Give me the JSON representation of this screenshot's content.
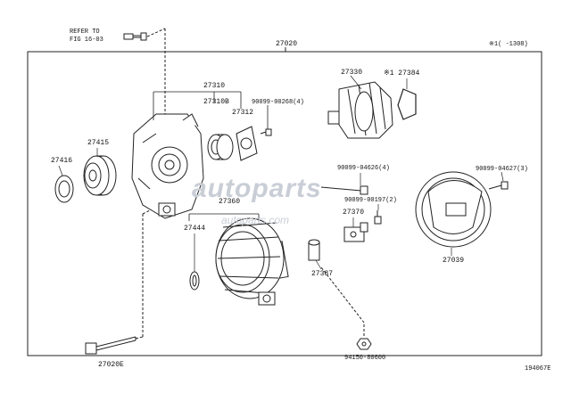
{
  "diagram": {
    "refer_note": [
      "REFER TO",
      "FIG 16-03"
    ],
    "assembly_number": "27020",
    "date_note": "※1(   -1308)",
    "figure_id": "194067E",
    "watermark": {
      "logo": "autoparts",
      "url": "autoparts.com"
    },
    "parts": {
      "p27330": "27330",
      "p27384": "※1 27384",
      "p27310": "27310",
      "p27310b": "27310B",
      "p27312": "27312",
      "p90099_00268": "90099-00268(4)",
      "p27415": "27415",
      "p27416": "27416",
      "p90099_04626": "90099-04626(4)",
      "p90099_04627": "90099-04627(3)",
      "p27360": "27360",
      "p27444": "27444",
      "p90099_00197": "90099-00197(2)",
      "p27370": "27370",
      "p27039": "27039",
      "p27387": "27387",
      "p94150_80600": "94150-80600",
      "p27020e": "27020E"
    }
  }
}
